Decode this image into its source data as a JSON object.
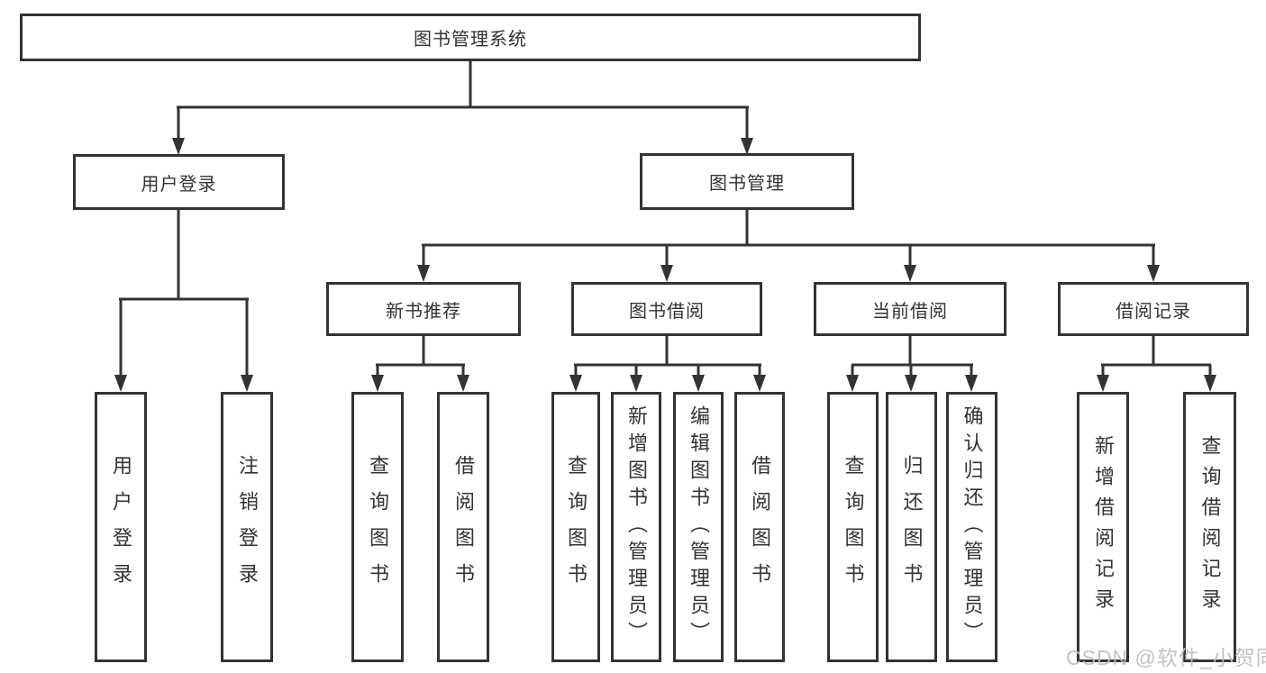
{
  "tree": {
    "label": "图书管理系统",
    "children": [
      {
        "label": "用户登录",
        "children": [
          {
            "label": "用户登录"
          },
          {
            "label": "注销登录"
          }
        ]
      },
      {
        "label": "图书管理",
        "children": [
          {
            "label": "新书推荐",
            "children": [
              {
                "label": "查询图书"
              },
              {
                "label": "借阅图书"
              }
            ]
          },
          {
            "label": "图书借阅",
            "children": [
              {
                "label": "查询图书"
              },
              {
                "label": "新增图书（管理员）"
              },
              {
                "label": "编辑图书（管理员）"
              },
              {
                "label": "借阅图书"
              }
            ]
          },
          {
            "label": "当前借阅",
            "children": [
              {
                "label": "查询图书"
              },
              {
                "label": "归还图书"
              },
              {
                "label": "确认归还（管理员）"
              }
            ]
          },
          {
            "label": "借阅记录",
            "children": [
              {
                "label": "新增借阅记录"
              },
              {
                "label": "查询借阅记录"
              }
            ]
          }
        ]
      }
    ]
  },
  "watermark": "CSDN @软件_小贺同学",
  "colors": {
    "line": "#333333",
    "text": "#333333",
    "background": "#ffffff",
    "watermark": "#c1bcbc"
  }
}
